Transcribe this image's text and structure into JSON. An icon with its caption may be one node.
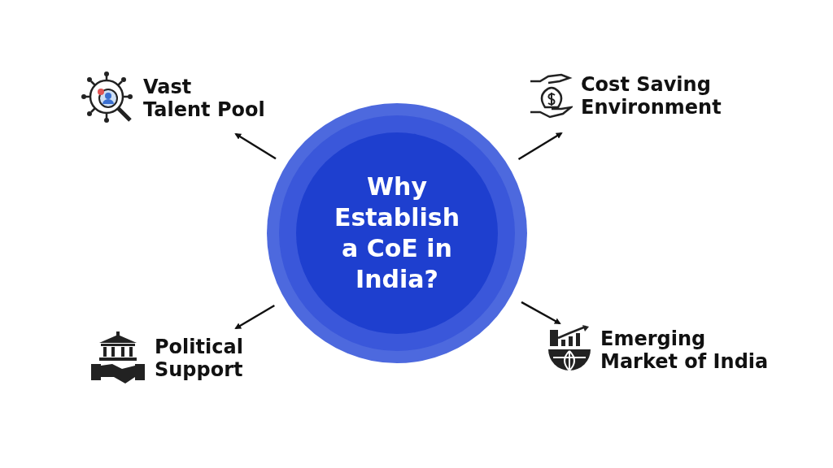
{
  "diagram": {
    "nodes": [
      {
        "text": [
          "Why Establish a CoE in India?"
        ]
      },
      {
        "text": [
          "Vast Talent Pool"
        ]
      },
      {
        "text": [
          "Cost Saving Environment"
        ]
      },
      {
        "text": [
          "Political Support"
        ]
      },
      {
        "text": [
          "Emerging Market of India"
        ]
      }
    ],
    "edges": [
      {
        "from": 0,
        "to": 1,
        "arrow": "to"
      },
      {
        "from": 0,
        "to": 2,
        "arrow": "to"
      },
      {
        "from": 0,
        "to": 3,
        "arrow": "to"
      },
      {
        "from": 0,
        "to": 4,
        "arrow": "to"
      }
    ]
  }
}
